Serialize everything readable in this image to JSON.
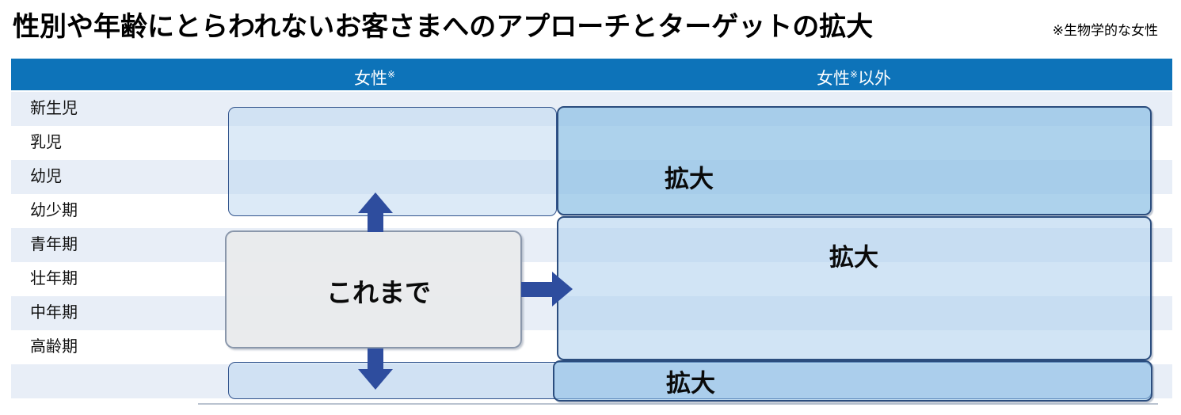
{
  "title": "性別や年齢にとらわれないお客さまへのアプローチとターゲットの拡大",
  "note": "※生物学的な女性",
  "table": {
    "columns": [
      {
        "label": "女性",
        "sup": "※",
        "suffix": ""
      },
      {
        "label": "女性",
        "sup": "※",
        "suffix": "以外"
      }
    ],
    "rows": [
      "新生児",
      "乳児",
      "幼児",
      "幼少期",
      "青年期",
      "壮年期",
      "中年期",
      "高齢期",
      ""
    ]
  },
  "boxes": {
    "current": "これまで",
    "expand_top": "拡大",
    "expand_middle": "拡大",
    "expand_bottom": "拡大"
  },
  "icons": {
    "up_arrow": "up-arrow-icon",
    "down_arrow": "down-arrow-icon",
    "right_arrow": "right-arrow-icon"
  },
  "colors": {
    "header_bg": "#0d73b9",
    "stripe": "#e8eef7",
    "navy_border": "#2b4d7e",
    "pale_border": "#31538c",
    "arrow": "#2e4d9e",
    "current_fill": "#e9eaec",
    "current_border": "#8a97ab"
  }
}
